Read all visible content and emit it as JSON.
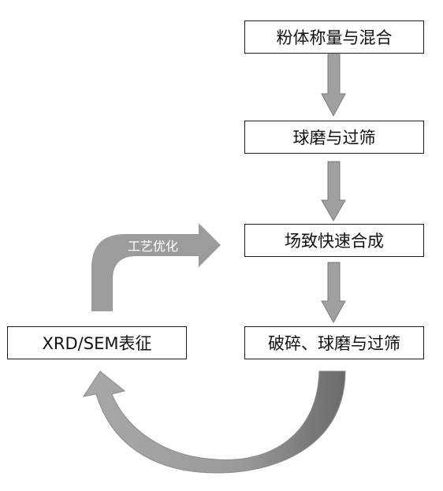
{
  "steps": {
    "weigh_mix": "粉体称量与混合",
    "ball_mill_sieve": "球磨与过筛",
    "field_synthesis": "场致快速合成",
    "crush_mill_sieve": "破碎、球磨与过筛",
    "characterization": "XRD/SEM表征"
  },
  "feedback": {
    "label": "工艺优化"
  },
  "colors": {
    "arrow_fill": "#9c9c9c",
    "arrow_dark": "#6f6f6f",
    "box_border": "#1a1a1a"
  }
}
